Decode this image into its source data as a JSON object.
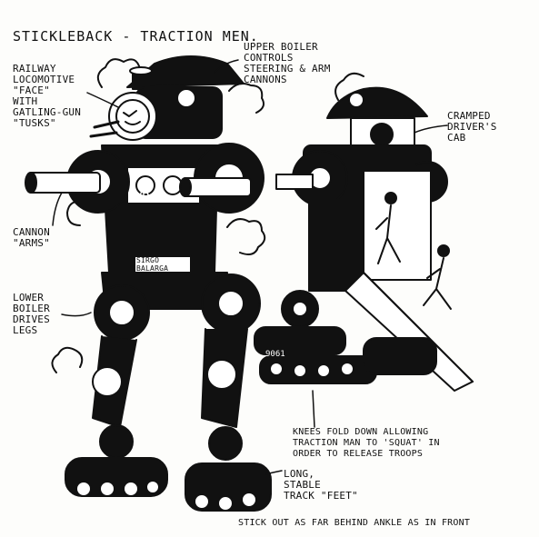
{
  "title": "STICKLEBACK - TRACTION MEN.",
  "labels": {
    "railway_face": "RAILWAY\nLOCOMOTIVE\n\"FACE\"\nWITH\nGATLING-GUN\n\"TUSKS\"",
    "upper_boiler": "UPPER BOILER\nCONTROLS\nSTEERING & ARM\nCANNONS",
    "cramped_cab": "CRAMPED\nDRIVER'S\nCAB",
    "cannon_arms": "CANNON\n\"ARMS\"",
    "lower_boiler": "LOWER\nBOILER\nDRIVES\nLEGS",
    "knees": "KNEES FOLD DOWN ALLOWING\nTRACTION MAN TO 'SQUAT' IN\nORDER TO RELEASE TROOPS",
    "track_feet": "LONG,\nSTABLE\nTRACK \"FEET\"",
    "stick_out": "STICK OUT AS FAR BEHIND ANKLE AS IN FRONT"
  },
  "plates": {
    "chest_letters": "VR",
    "nameplate": "SIRGO\nBALARGA",
    "side_number": "9061"
  }
}
